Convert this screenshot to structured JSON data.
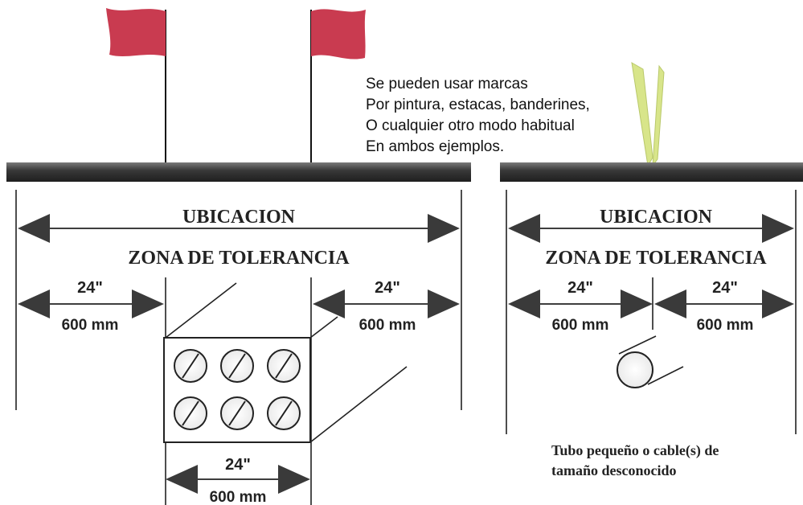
{
  "note": {
    "lines": [
      "Se pueden usar marcas",
      "Por pintura, estacas, banderines,",
      "O cualquier otro modo habitual",
      "En ambos ejemplos."
    ]
  },
  "left": {
    "ubicacion": "UBICACION",
    "zona": "ZONA DE TOLERANCIA",
    "left_inch": "24\"",
    "left_mm": "600 mm",
    "right_inch": "24\"",
    "right_mm": "600 mm",
    "bottom_inch": "24\"",
    "bottom_mm": "600 mm"
  },
  "right": {
    "ubicacion": "UBICACION",
    "zona": "ZONA DE TOLERANCIA",
    "left_inch": "24\"",
    "left_mm": "600 mm",
    "right_inch": "24\"",
    "right_mm": "600 mm",
    "caption_line1": "Tubo pequeño o cable(s) de",
    "caption_line2": "tamaño desconocido"
  },
  "colors": {
    "flag": "#c93b50",
    "ground": "#2a2a2a",
    "arrow": "#3a3a3a",
    "stake": "#d8e58a"
  }
}
